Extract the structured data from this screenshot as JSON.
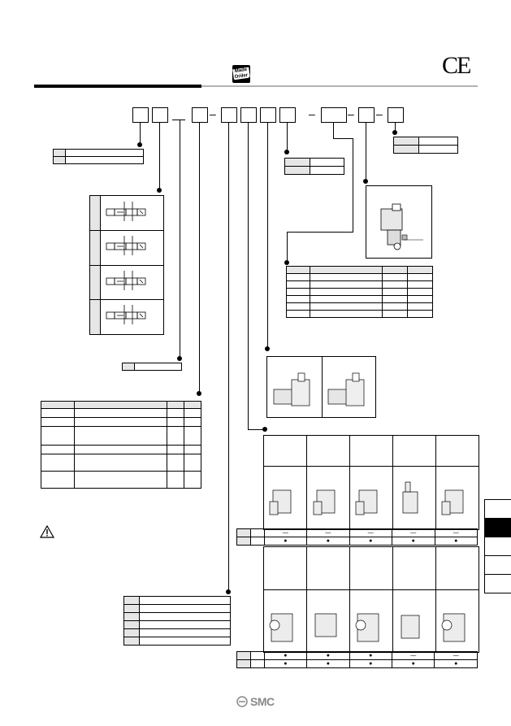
{
  "header": {
    "badge_lines": [
      "Made to",
      "Order"
    ],
    "ce_mark": "CE",
    "accent_rule_color": "#000000",
    "secondary_rule_color": "#b3b3b3"
  },
  "code_separators": [
    "–",
    "–",
    "–",
    "–"
  ],
  "footer": {
    "brand": "SMC"
  },
  "icons": {
    "warning": "warning-triangle-icon",
    "made_to_order": "made-to-order-icon",
    "brand": "smc-logo-icon"
  },
  "electrical_table": {
    "top_row": [
      "—",
      "—",
      "—",
      "—",
      "—"
    ],
    "top_row2": [
      "●",
      "●",
      "●",
      "●",
      "●"
    ],
    "bottom_row": [
      "●",
      "●",
      "●",
      "—",
      "—"
    ],
    "bottom_row2": [
      "●",
      "●",
      "●",
      "●",
      "●"
    ]
  }
}
